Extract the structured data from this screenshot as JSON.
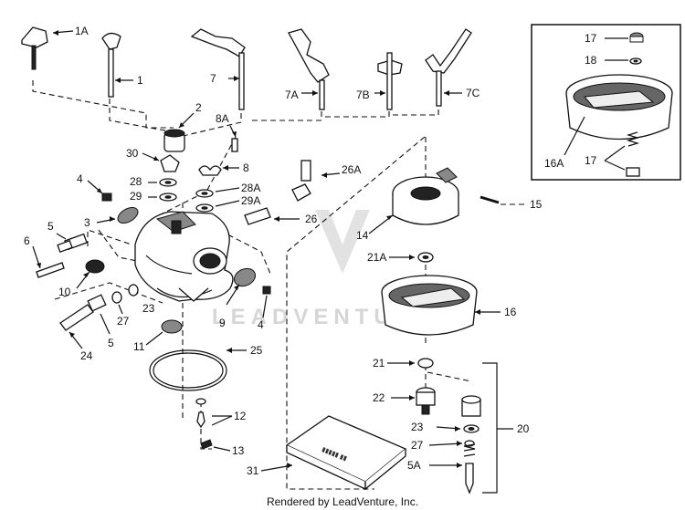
{
  "callouts": {
    "c1a": "1A",
    "c1": "1",
    "c7": "7",
    "c7a": "7A",
    "c7b": "7B",
    "c7c": "7C",
    "c2": "2",
    "c8a": "8A",
    "c30": "30",
    "c8": "8",
    "c26a": "26A",
    "c4a": "4",
    "c28": "28",
    "c28a": "28A",
    "c29": "29",
    "c29a": "29A",
    "c3": "3",
    "c26": "26",
    "c5a": "5",
    "c6": "6",
    "c10": "10",
    "c23a": "23",
    "c27a": "27",
    "c5b": "5",
    "c9": "9",
    "c4b": "4",
    "c24": "24",
    "c11": "11",
    "c25": "25",
    "c12": "12",
    "c13": "13",
    "c31": "31",
    "c14": "14",
    "c15": "15",
    "c21a": "21A",
    "c16": "16",
    "c21": "21",
    "c22": "22",
    "c23b": "23",
    "c27b": "27",
    "c5ac": "5A",
    "c20": "20",
    "c17a": "17",
    "c18": "18",
    "c16a": "16A",
    "c17b": "17"
  },
  "watermark": "LEADVENTURE",
  "footer": "Rendered by LeadVenture, Inc."
}
